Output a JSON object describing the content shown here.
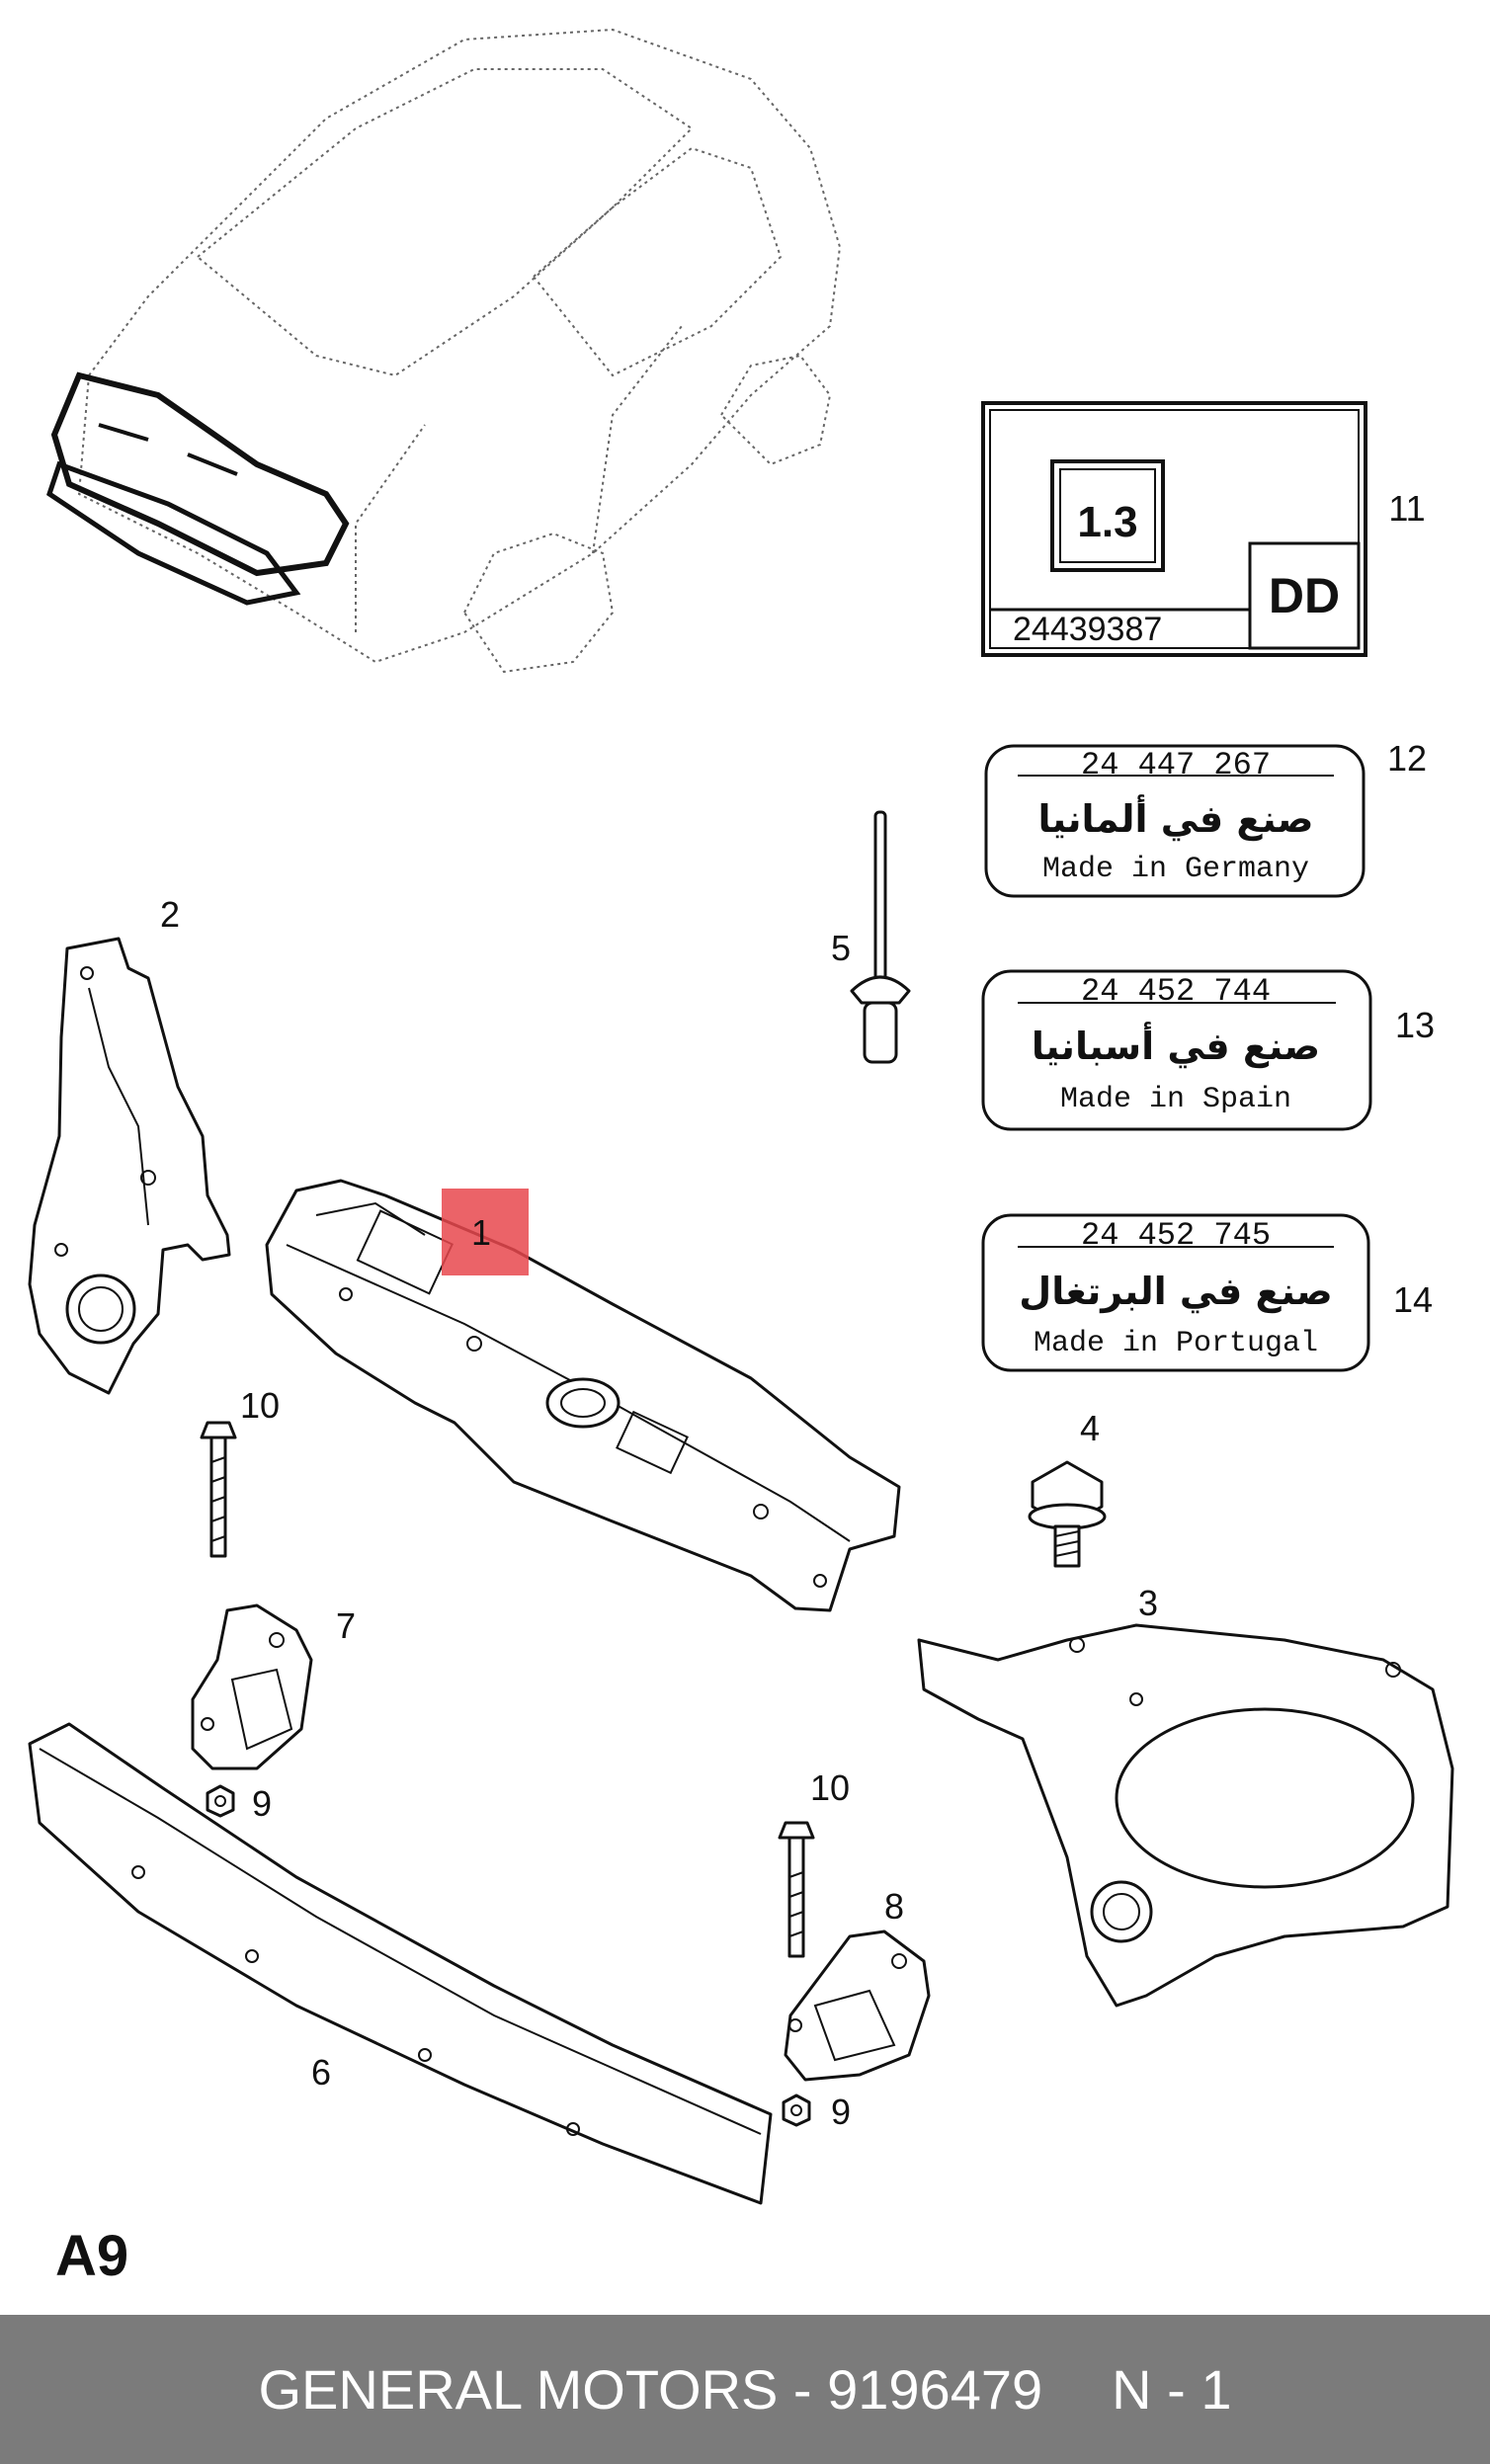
{
  "callouts": {
    "c1": "1",
    "c2": "2",
    "c3": "3",
    "c4": "4",
    "c5": "5",
    "c6": "6",
    "c7": "7",
    "c8": "8",
    "c9a": "9",
    "c9b": "9",
    "c10a": "10",
    "c10b": "10",
    "c11": "11",
    "c12": "12",
    "c13": "13",
    "c14": "14"
  },
  "label11": {
    "box_text": "1.3",
    "code": "DD",
    "number": "24439387"
  },
  "label12": {
    "number": "24 447 267",
    "arabic": "صنع في ألمانيا",
    "made_in": "Made in Germany"
  },
  "label13": {
    "number": "24 452 744",
    "arabic": "صنع في أسبانيا",
    "made_in": "Made in Spain"
  },
  "label14": {
    "number": "24 452 745",
    "arabic": "صنع في البرتغال",
    "made_in": "Made in Portugal"
  },
  "page_code": "A9",
  "footer": {
    "brand_part": "GENERAL MOTORS - 9196479",
    "qty": "N - 1"
  },
  "colors": {
    "highlight": "#e8484e",
    "footer_bg": "#7b7b7b"
  }
}
